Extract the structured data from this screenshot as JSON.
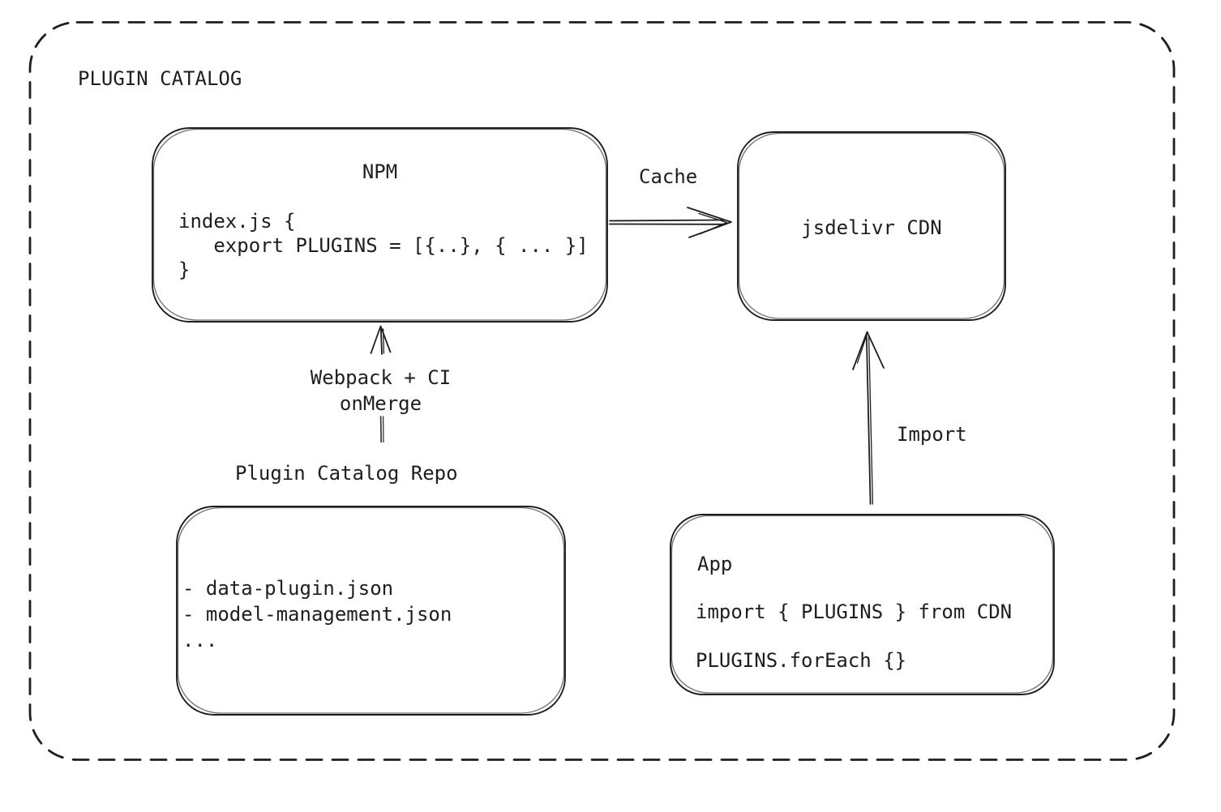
{
  "canvas": {
    "background": "#ffffff",
    "stroke_color": "#1e1e1e"
  },
  "frame": {
    "title": "PLUGIN CATALOG"
  },
  "nodes": {
    "npm": {
      "title": "NPM",
      "code": "index.js {\n   export PLUGINS = [{..}, { ... }]\n}"
    },
    "cdn": {
      "label": "jsdelivr CDN"
    },
    "repo": {
      "title": "Plugin Catalog Repo",
      "files": "- data-plugin.json\n- model-management.json\n..."
    },
    "app": {
      "title": "App",
      "code_line_1": "import { PLUGINS } from CDN",
      "code_line_2": "PLUGINS.forEach {}"
    }
  },
  "edges": {
    "cache": {
      "label": "Cache",
      "from": "NPM",
      "to": "jsdelivr CDN"
    },
    "build": {
      "label": "Webpack + CI\nonMerge",
      "from": "Plugin Catalog Repo",
      "to": "NPM"
    },
    "import": {
      "label": "Import",
      "from": "App",
      "to": "jsdelivr CDN"
    }
  }
}
